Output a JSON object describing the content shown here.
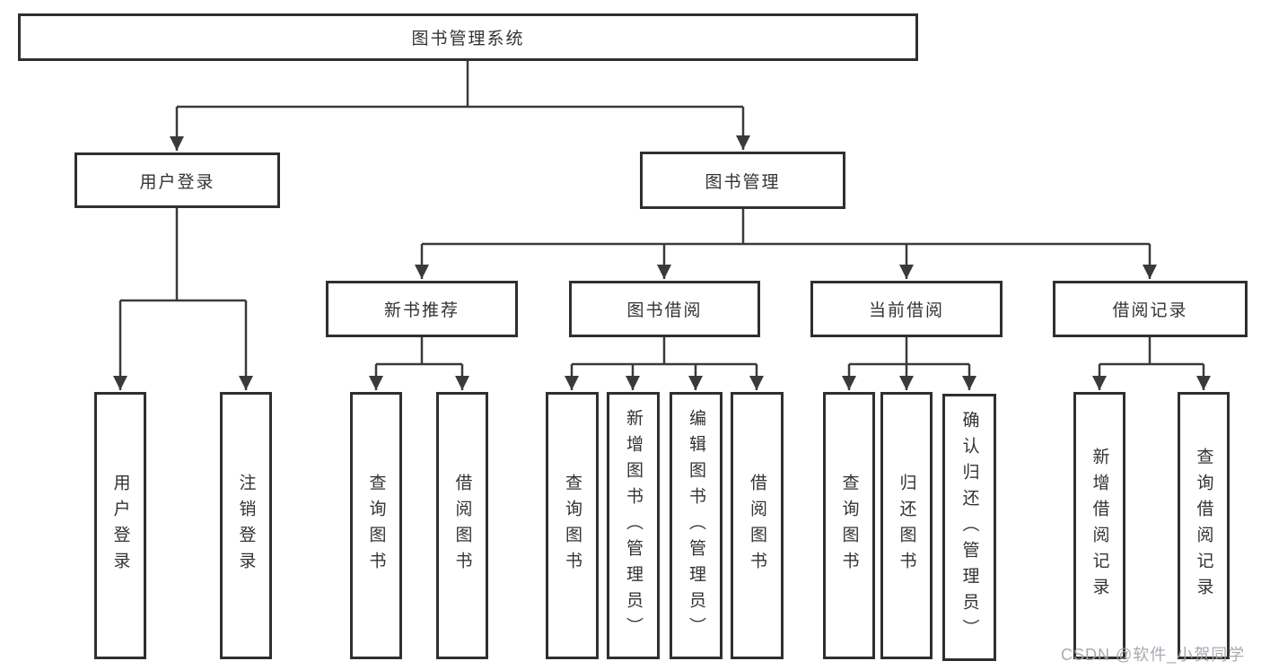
{
  "diagram": {
    "root": {
      "label": "图书管理系统"
    },
    "level2": [
      {
        "id": "user-login",
        "label": "用户登录"
      },
      {
        "id": "book-mgmt",
        "label": "图书管理"
      }
    ],
    "level3": [
      {
        "id": "new-book-rec",
        "label": "新书推荐"
      },
      {
        "id": "book-borrow",
        "label": "图书借阅"
      },
      {
        "id": "current-borrow",
        "label": "当前借阅"
      },
      {
        "id": "borrow-records",
        "label": "借阅记录"
      }
    ],
    "leaves": {
      "userLogin": [
        {
          "label": "用户登录"
        },
        {
          "label": "注销登录"
        }
      ],
      "newBookRec": [
        {
          "label": "查询图书"
        },
        {
          "label": "借阅图书"
        }
      ],
      "bookBorrow": [
        {
          "label": "查询图书"
        },
        {
          "label": "新增图书（管理员）"
        },
        {
          "label": "编辑图书（管理员）"
        },
        {
          "label": "借阅图书"
        }
      ],
      "currentBorrow": [
        {
          "label": "查询图书"
        },
        {
          "label": "归还图书"
        },
        {
          "label": "确认归还（管理员）"
        }
      ],
      "borrowRecords": [
        {
          "label": "新增借阅记录"
        },
        {
          "label": "查询借阅记录"
        }
      ]
    },
    "watermark": "CSDN @软件_小贺同学",
    "colors": {
      "line": "#3a3a3a",
      "box_border": "#2f2f2f",
      "text": "#333333",
      "watermark": "#a4a4af",
      "background": "#ffffff"
    }
  }
}
